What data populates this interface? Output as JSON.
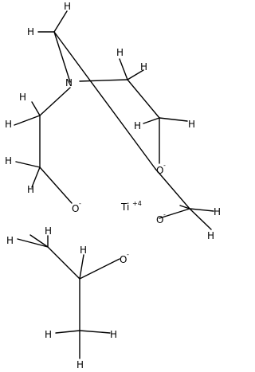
{
  "molecule": {
    "atoms": [
      {
        "id": "N",
        "label": "N"
      },
      {
        "id": "O1",
        "label": "O",
        "charge": "-"
      },
      {
        "id": "O2",
        "label": "O",
        "charge": "-"
      },
      {
        "id": "O3",
        "label": "O",
        "charge": "-"
      },
      {
        "id": "O4",
        "label": "O",
        "charge": "-"
      },
      {
        "id": "Ti",
        "label": "Ti",
        "charge": "+4"
      },
      {
        "id": "H",
        "label": "H"
      }
    ]
  }
}
